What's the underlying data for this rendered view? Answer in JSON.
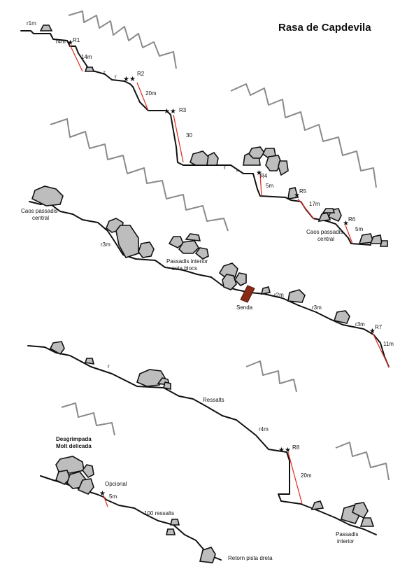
{
  "title": "Rasa de Capdevila",
  "labels": {
    "r1m": "r1m",
    "r4m_top": "r4m",
    "R1": "R1",
    "d14m": "14m",
    "r_a": "r",
    "r_b": "r",
    "R2": "R2",
    "d20m_a": "20m",
    "R3": "R3",
    "d30": "30",
    "r_c": "r",
    "r_d": "r",
    "R4": "R4",
    "d5m_a": "5m",
    "R5": "R5",
    "d17m": "17m",
    "R6": "R6",
    "d5m_b": "5m",
    "caos_right_1": "Caos passadis",
    "caos_right_2": "central",
    "caos_left_1": "Caos passadis",
    "caos_left_2": "central",
    "r3m_a": "r3m",
    "passadis_sota_1": "Passadis interior",
    "passadis_sota_2": "sota blocs",
    "senda": "Senda",
    "r2m": "r2m",
    "r3m_b": "r3m",
    "r3m_c": "r3m",
    "R7": "R7",
    "d11m": "11m",
    "r_e": "r",
    "ressalts": "Ressalts",
    "r4m_mid": "r4m",
    "R8": "R8",
    "d20m_b": "20m",
    "desgrimpada_1": "Desgrimpada",
    "desgrimpada_2": "Molt delicada",
    "opcional": "Opcional",
    "d5m_c": "5m",
    "ressalts_100": "100 ressalts",
    "passadis_int_1": "Passadis",
    "passadis_int_2": "interior",
    "retorn": "Retorn pista dreta"
  },
  "colors": {
    "ground": "#111111",
    "wall": "#8a8a8a",
    "rope": "#e0352b",
    "block_fill": "#bdbdbd",
    "path_marker": "#8b2a14"
  },
  "icons": {
    "anchor_single": "★",
    "anchor_double": "★★"
  }
}
